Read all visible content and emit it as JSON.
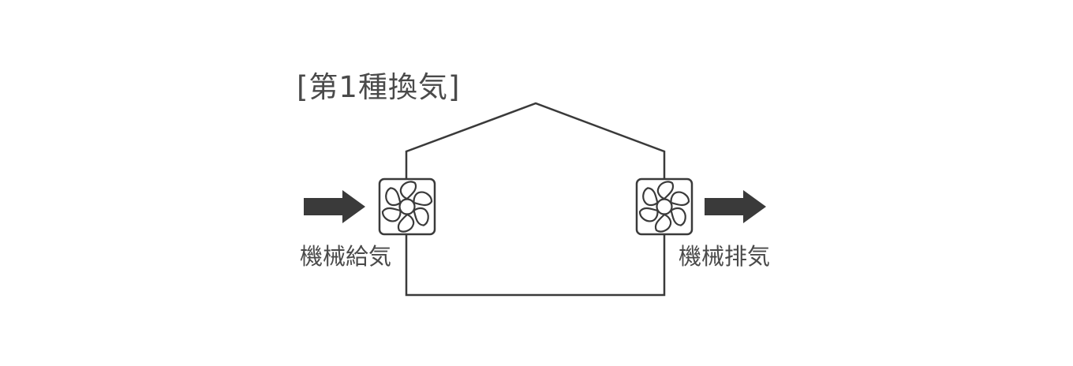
{
  "diagram": {
    "title": "[第1種換気]",
    "intake_label": "機械給気",
    "exhaust_label": "機械排気"
  },
  "colors": {
    "line": "#3a3a3a",
    "text": "#4a4a4a",
    "arrow": "#3a3a3a",
    "background": "#ffffff"
  },
  "icons": {
    "intake_fan": "fan-icon",
    "exhaust_fan": "fan-icon",
    "intake_arrow": "arrow-right-icon",
    "exhaust_arrow": "arrow-right-icon"
  }
}
